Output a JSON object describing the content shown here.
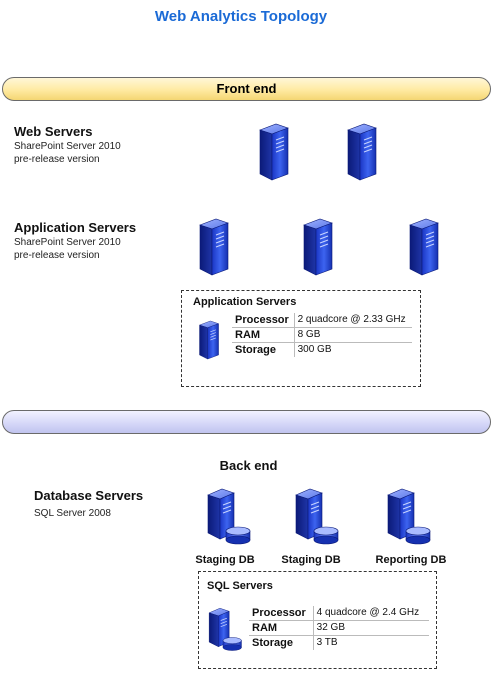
{
  "title": "Web Analytics Topology",
  "front_end_label": "Front end",
  "back_end_label": "Back end",
  "web_servers": {
    "title": "Web Servers",
    "subtitle_line1": "SharePoint Server 2010",
    "subtitle_line2": "pre-release version",
    "icon": "server-icon",
    "count": 2
  },
  "application_servers": {
    "title": "Application Servers",
    "subtitle_line1": "SharePoint Server 2010",
    "subtitle_line2": "pre-release version",
    "icon": "server-icon",
    "count": 3
  },
  "app_spec": {
    "title": "Application Servers",
    "rows": [
      {
        "key": "Processor",
        "value": "2 quadcore @ 2.33 GHz"
      },
      {
        "key": "RAM",
        "value": "8 GB"
      },
      {
        "key": "Storage",
        "value": "300 GB"
      }
    ]
  },
  "database_servers": {
    "title": "Database Servers",
    "subtitle": "SQL Server 2008",
    "icon": "database-server-icon",
    "labels": [
      "Staging DB",
      "Staging DB",
      "Reporting DB"
    ]
  },
  "sql_spec": {
    "title": "SQL Servers",
    "rows": [
      {
        "key": "Processor",
        "value": "4 quadcore @ 2.4 GHz"
      },
      {
        "key": "RAM",
        "value": "32 GB"
      },
      {
        "key": "Storage",
        "value": "3 TB"
      }
    ]
  },
  "colors": {
    "title": "#1a6ad6",
    "server_blue": "#1f3fc9",
    "front_band": "#ffeaa2",
    "back_band": "#d6d8f8"
  }
}
